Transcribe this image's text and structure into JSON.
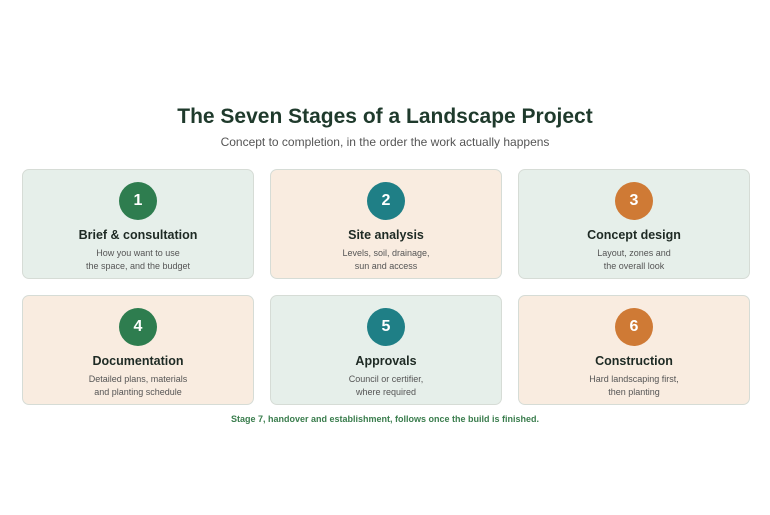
{
  "title": "The Seven Stages of a Landscape Project",
  "subtitle": "Concept to completion, in the order the work actually happens",
  "colors": {
    "green": "#2e7d4f",
    "teal": "#1f7f86",
    "orange": "#cf7a35",
    "card_green_bg": "#e6efea",
    "card_peach_bg": "#f9ece0"
  },
  "stages": [
    {
      "number": "1",
      "title": "Brief & consultation",
      "desc_line1": "How you want to use",
      "desc_line2": "the space, and the budget",
      "badge_color": "#2e7d4f",
      "card_tone": "green"
    },
    {
      "number": "2",
      "title": "Site analysis",
      "desc_line1": "Levels, soil, drainage,",
      "desc_line2": "sun and access",
      "badge_color": "#1f7f86",
      "card_tone": "peach"
    },
    {
      "number": "3",
      "title": "Concept design",
      "desc_line1": "Layout, zones and",
      "desc_line2": "the overall look",
      "badge_color": "#cf7a35",
      "card_tone": "green"
    },
    {
      "number": "4",
      "title": "Documentation",
      "desc_line1": "Detailed plans, materials",
      "desc_line2": "and planting schedule",
      "badge_color": "#2e7d4f",
      "card_tone": "peach"
    },
    {
      "number": "5",
      "title": "Approvals",
      "desc_line1": "Council or certifier,",
      "desc_line2": "where required",
      "badge_color": "#1f7f86",
      "card_tone": "green"
    },
    {
      "number": "6",
      "title": "Construction",
      "desc_line1": "Hard landscaping first,",
      "desc_line2": "then planting",
      "badge_color": "#cf7a35",
      "card_tone": "peach"
    }
  ],
  "footnote": "Stage 7, handover and establishment, follows once the build is finished."
}
